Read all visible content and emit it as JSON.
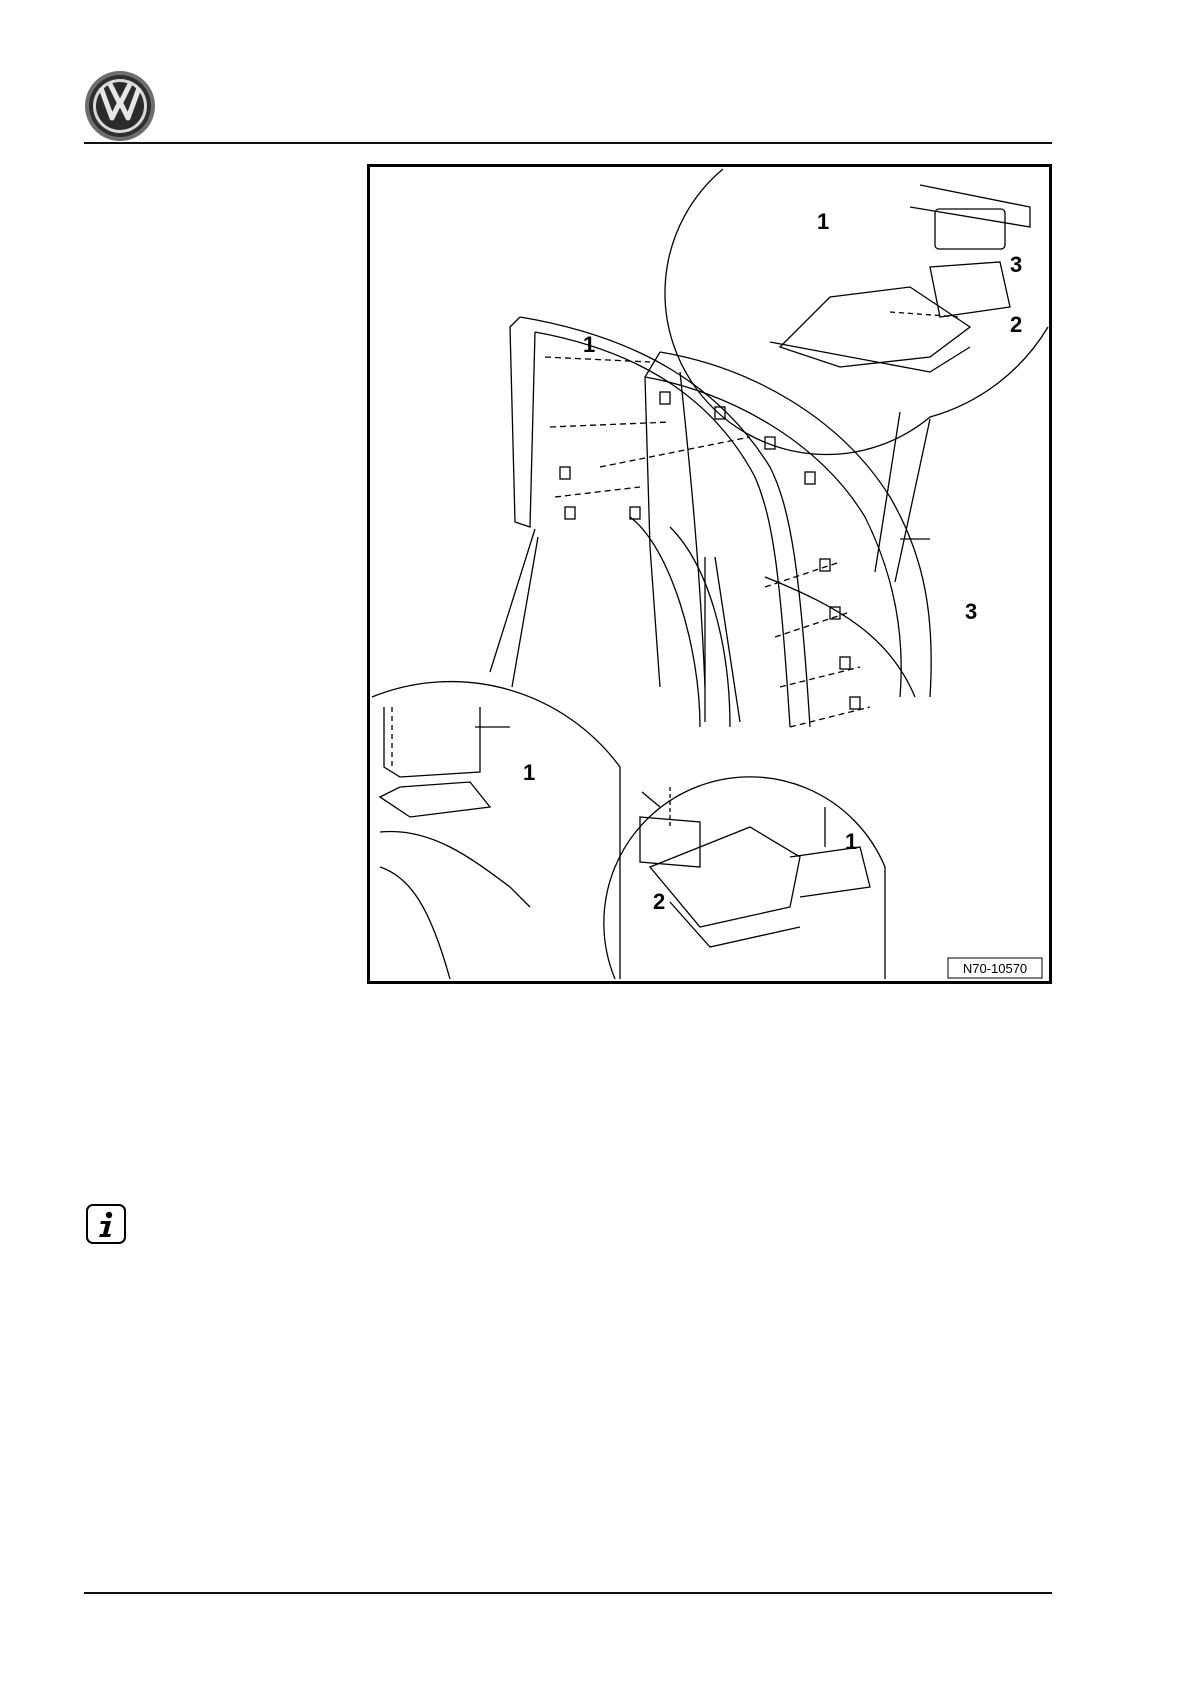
{
  "header": {
    "logo": "volkswagen-logo-icon"
  },
  "figure": {
    "code": "N70-10570",
    "callouts": {
      "top_inset": [
        "1",
        "3",
        "2"
      ],
      "main": [
        "1",
        "3"
      ],
      "left_inset": [
        "1"
      ],
      "bottom_inset": [
        "2",
        "1"
      ]
    }
  },
  "note": {
    "icon": "info-icon"
  },
  "colors": {
    "line": "#000000",
    "background": "#ffffff"
  }
}
